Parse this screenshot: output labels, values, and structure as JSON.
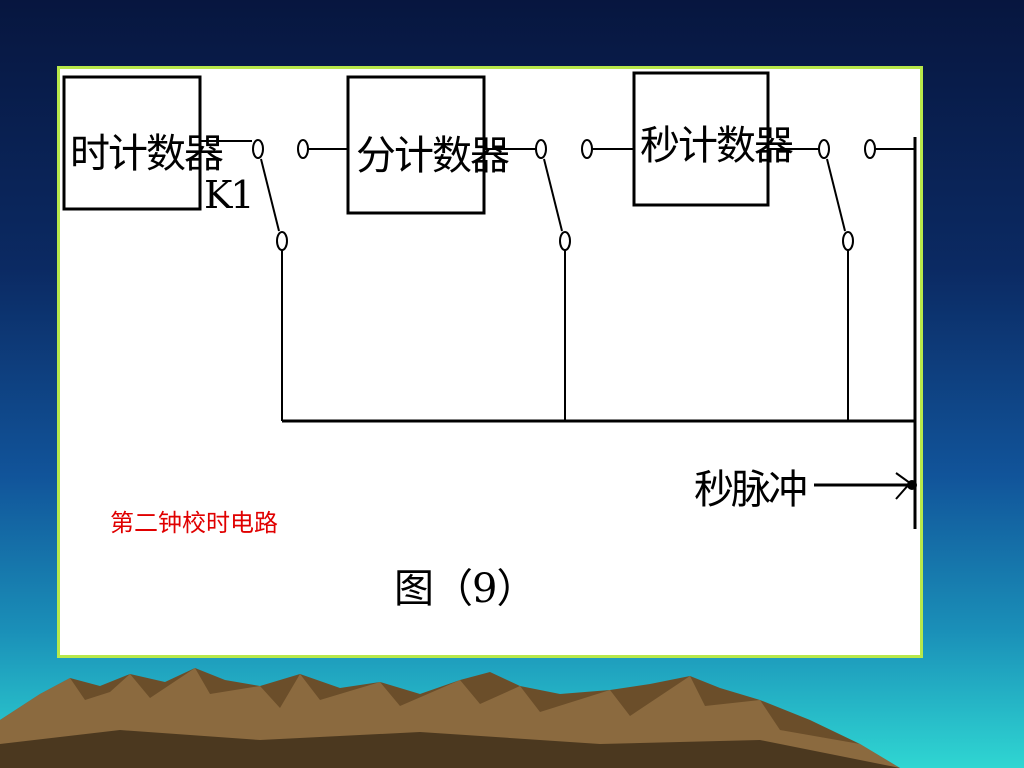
{
  "diagram": {
    "blocks": [
      {
        "id": "hour",
        "label": "时计数器"
      },
      {
        "id": "minute",
        "label": "分计数器"
      },
      {
        "id": "second",
        "label": "秒计数器"
      }
    ],
    "switch_label": "K1",
    "pulse_label": "秒脉冲",
    "caption": "第二钟校时电路",
    "figure_label": "图（9）"
  },
  "colors": {
    "panel_border": "#b8e84a",
    "caption": "#e00000"
  }
}
